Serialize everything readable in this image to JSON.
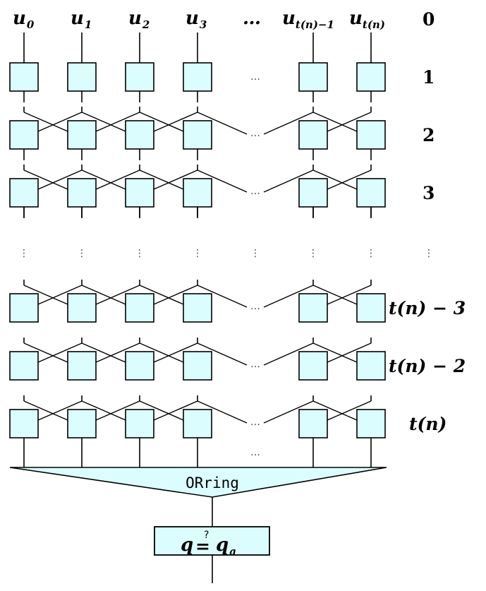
{
  "inputs": {
    "labels": [
      {
        "base": "u",
        "sub": "0"
      },
      {
        "base": "u",
        "sub": "1"
      },
      {
        "base": "u",
        "sub": "2"
      },
      {
        "base": "u",
        "sub": "3"
      },
      {
        "base": "…",
        "sub": ""
      },
      {
        "base": "u",
        "sub": "t(n)−1"
      },
      {
        "base": "u",
        "sub": "t(n)"
      }
    ]
  },
  "rows": [
    {
      "label": "0",
      "italic": false
    },
    {
      "label": "1",
      "italic": false
    },
    {
      "label": "2",
      "italic": false
    },
    {
      "label": "3",
      "italic": false
    },
    {
      "label": "t(n) − 3",
      "italic": true
    },
    {
      "label": "t(n) − 2",
      "italic": true
    },
    {
      "label": "t(n)",
      "italic": true
    }
  ],
  "ellipsis_h": "…",
  "ellipsis_v": "⋮",
  "or_gate_label": "ORring",
  "compare": {
    "lhs": "q",
    "op": "=",
    "query": "?",
    "rhs_base": "q",
    "rhs_sub": "a"
  },
  "colors": {
    "box_fill": "#dcfdfd",
    "stroke": "#000000"
  }
}
